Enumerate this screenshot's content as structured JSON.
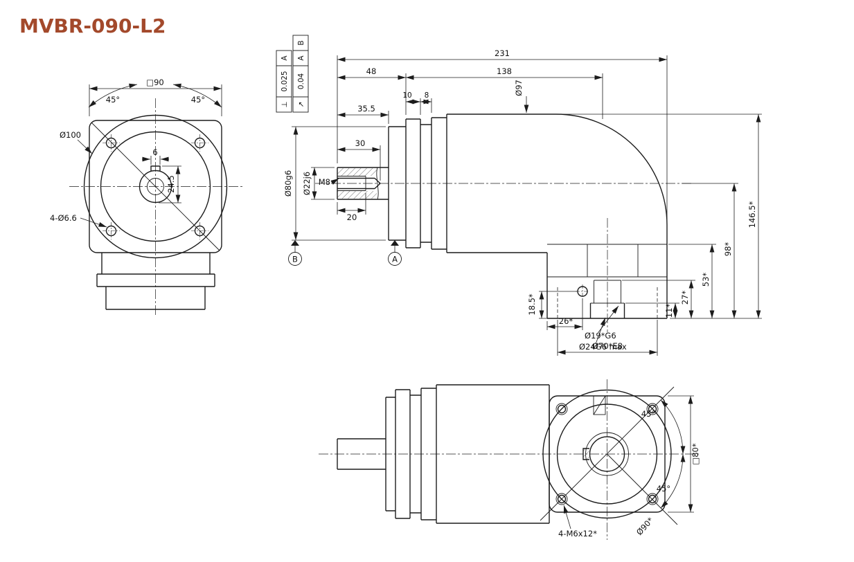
{
  "title": "MVBR-090-L2",
  "colors": {
    "title": "#a3492b",
    "line": "#1c1c1c",
    "background": "#ffffff"
  },
  "front_view": {
    "dim_square": "□90",
    "dim_angle_left": "45°",
    "dim_angle_right": "45°",
    "dim_bolt_circle": "Ø100",
    "dim_key_width": "6",
    "dim_key_depth": "24.5",
    "dim_holes": "4-Ø6.6"
  },
  "section_view": {
    "dim_total_length": "231",
    "dim_shaft_length": "48",
    "dim_body_length": "138",
    "dim_flange_thickness": "10",
    "dim_spacer": "8",
    "dim_shaft_step": "35.5",
    "dim_hole_depth": "30",
    "dim_thread_length": "20",
    "dim_pilot_dia": "Ø80g6",
    "dim_shaft_dia": "Ø22j6",
    "dim_tap": "M8",
    "dim_body_dia": "Ø97",
    "dim_height_total": "146.5*",
    "dim_height_axis": "98*",
    "dim_flange_height": "53*",
    "dim_bore_depth_27": "27*",
    "dim_bore_depth_11": "11*",
    "dim_screw_depth": "18.5*",
    "dim_screw_offset": "26*",
    "dim_bore_19": "Ø19*G6",
    "dim_bore_24": "Ø24G6 max",
    "dim_spigot": "Ø70*E8",
    "datum_a": "A",
    "datum_b": "B",
    "fcf_perpendicularity": {
      "symbol": "⊥",
      "tolerance": "0.025",
      "datum_1": "A"
    },
    "fcf_runout": {
      "symbol": "↗",
      "tolerance": "0.04",
      "datum_1": "A",
      "datum_2": "B"
    }
  },
  "bottom_view": {
    "dim_angle_top": "45°",
    "dim_angle_bottom": "45°",
    "dim_square": "□80*",
    "dim_bolt_circle": "Ø90*",
    "dim_holes": "4-M6x12*"
  }
}
